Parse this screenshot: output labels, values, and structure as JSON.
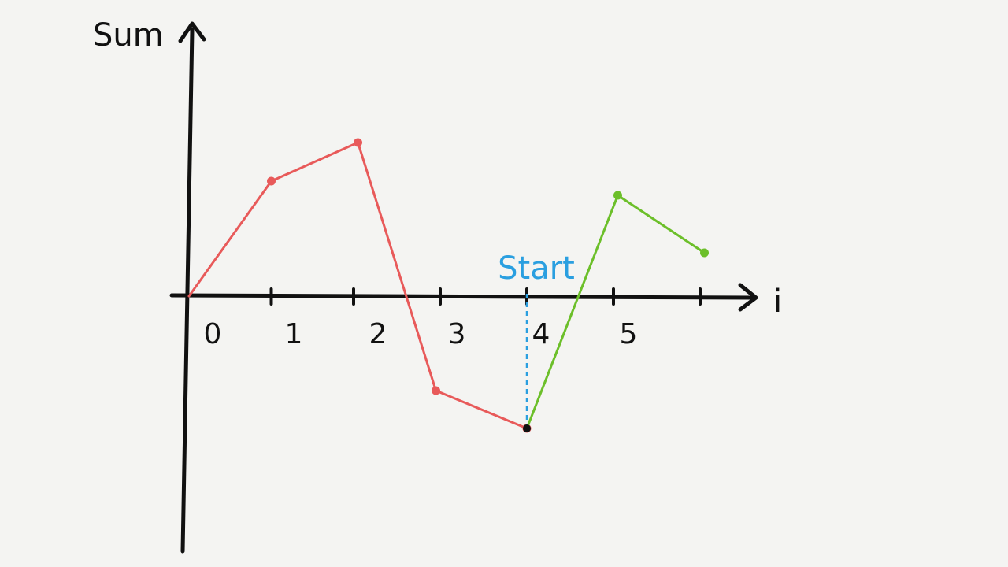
{
  "chart_data": {
    "type": "line",
    "ylabel": "Sum",
    "xlabel": "i",
    "x_tick_labels": [
      "0",
      "1",
      "2",
      "3",
      "4",
      "5"
    ],
    "series": [
      {
        "color": "#e85a5a",
        "points": [
          [
            0,
            0
          ],
          [
            0.95,
            1.46
          ],
          [
            1.95,
            1.95
          ],
          [
            2.85,
            -1.2
          ],
          [
            3.9,
            -1.68
          ]
        ]
      },
      {
        "color": "#6cbf2a",
        "points": [
          [
            3.9,
            -1.68
          ],
          [
            4.95,
            1.28
          ],
          [
            5.95,
            0.55
          ]
        ]
      }
    ],
    "start_marker": {
      "label": "Start",
      "x": 3.9,
      "y": -1.68,
      "color": "#2a9fe0"
    }
  }
}
